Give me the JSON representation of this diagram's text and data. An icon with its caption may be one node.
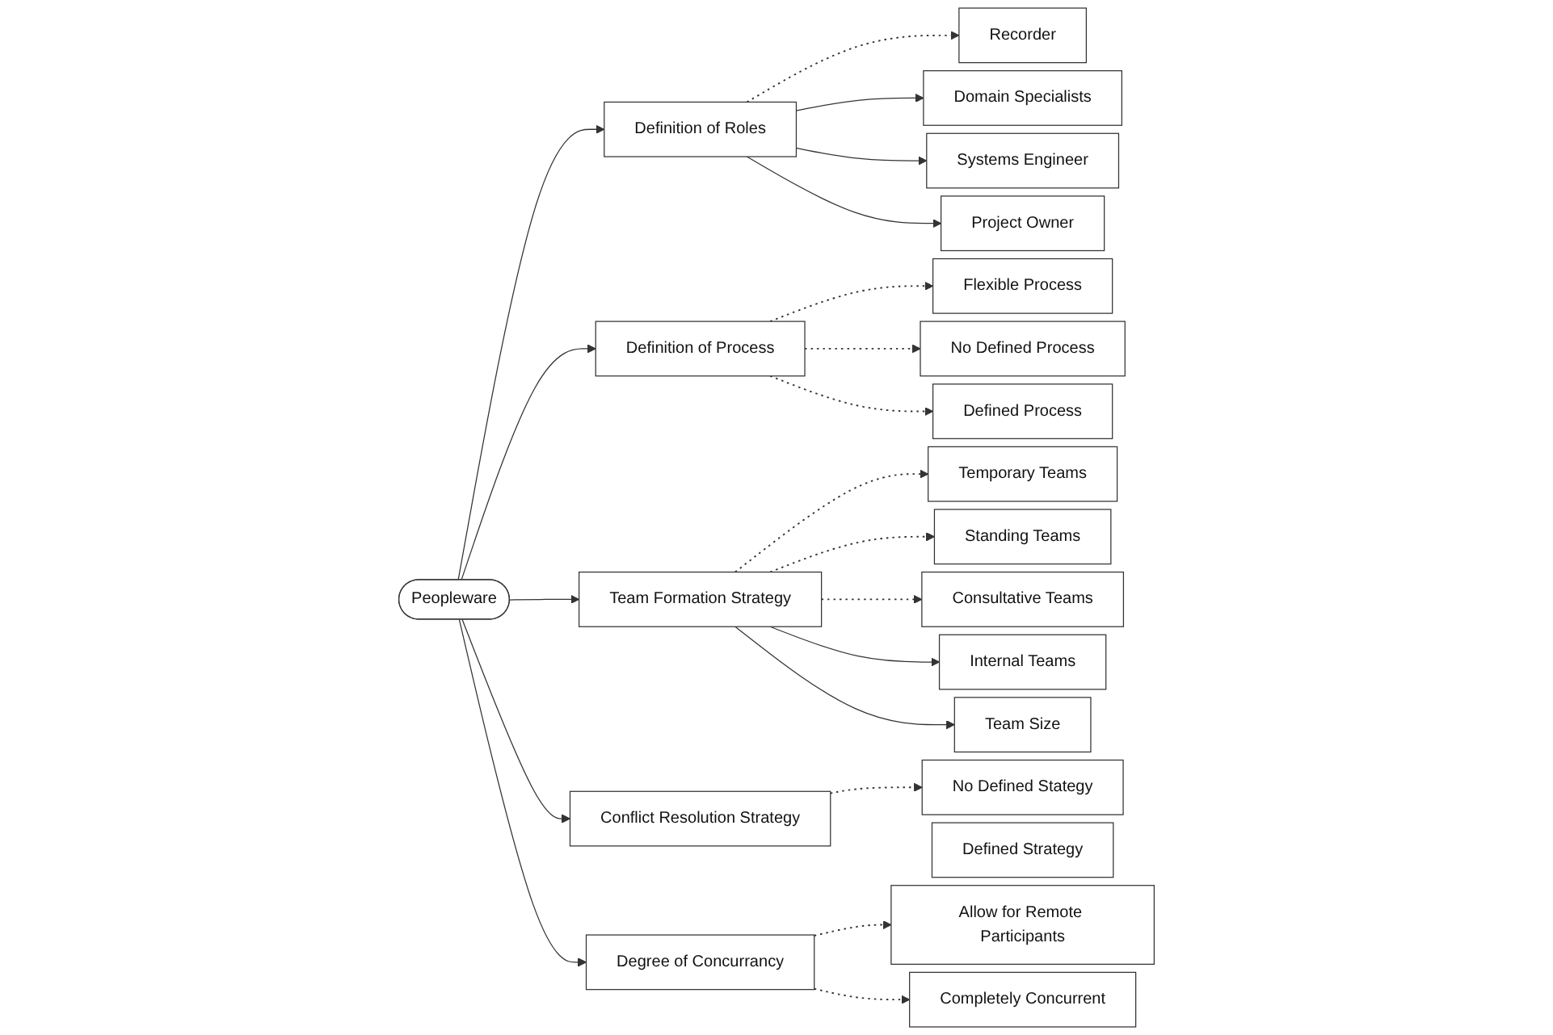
{
  "diagram": {
    "nodes": [
      {
        "text": [
          "Peopleware"
        ]
      },
      {
        "text": [
          "Definition of Roles"
        ]
      },
      {
        "text": [
          "Recorder"
        ]
      },
      {
        "text": [
          "Domain Specialists"
        ]
      },
      {
        "text": [
          "Systems Engineer"
        ]
      },
      {
        "text": [
          "Project Owner"
        ]
      },
      {
        "text": [
          "Definition of Process"
        ]
      },
      {
        "text": [
          "Flexible Process"
        ]
      },
      {
        "text": [
          "No Defined Process"
        ]
      },
      {
        "text": [
          "Defined Process"
        ]
      },
      {
        "text": [
          "Team Formation Strategy"
        ]
      },
      {
        "text": [
          "Temporary Teams"
        ]
      },
      {
        "text": [
          "Standing Teams"
        ]
      },
      {
        "text": [
          "Consultative Teams"
        ]
      },
      {
        "text": [
          "Internal Teams"
        ]
      },
      {
        "text": [
          "Team Size"
        ]
      },
      {
        "text": [
          "Conflict Resolution Strategy"
        ]
      },
      {
        "text": [
          "No Defined Stategy"
        ]
      },
      {
        "text": [
          "Defined Strategy"
        ]
      },
      {
        "text": [
          "Degree of Concurrancy"
        ]
      },
      {
        "text": [
          "Allow for Remote Participants"
        ]
      },
      {
        "text": [
          "Completely Concurrent"
        ]
      }
    ],
    "edges": [
      {
        "from": 0,
        "to": 1,
        "arrow": "to"
      },
      {
        "from": 0,
        "to": 6,
        "arrow": "to"
      },
      {
        "from": 0,
        "to": 10,
        "arrow": "to"
      },
      {
        "from": 0,
        "to": 16,
        "arrow": "to"
      },
      {
        "from": 0,
        "to": 19,
        "arrow": "to"
      },
      {
        "from": 1,
        "to": 2,
        "arrow": "to",
        "style": "dashed"
      },
      {
        "from": 1,
        "to": 3,
        "arrow": "to"
      },
      {
        "from": 1,
        "to": 4,
        "arrow": "to"
      },
      {
        "from": 1,
        "to": 5,
        "arrow": "to"
      },
      {
        "from": 6,
        "to": 7,
        "arrow": "to",
        "style": "dashed"
      },
      {
        "from": 6,
        "to": 8,
        "arrow": "to",
        "style": "dashed"
      },
      {
        "from": 6,
        "to": 9,
        "arrow": "to",
        "style": "dashed"
      },
      {
        "from": 10,
        "to": 11,
        "arrow": "to",
        "style": "dashed"
      },
      {
        "from": 10,
        "to": 12,
        "arrow": "to",
        "style": "dashed"
      },
      {
        "from": 10,
        "to": 13,
        "arrow": "to",
        "style": "dashed"
      },
      {
        "from": 10,
        "to": 14,
        "arrow": "to"
      },
      {
        "from": 10,
        "to": 15,
        "arrow": "to"
      },
      {
        "from": 16,
        "to": 17,
        "arrow": "to",
        "style": "dashed"
      },
      {
        "from": 19,
        "to": 20,
        "arrow": "to",
        "style": "dashed"
      },
      {
        "from": 19,
        "to": 21,
        "arrow": "to",
        "style": "dashed"
      }
    ]
  }
}
